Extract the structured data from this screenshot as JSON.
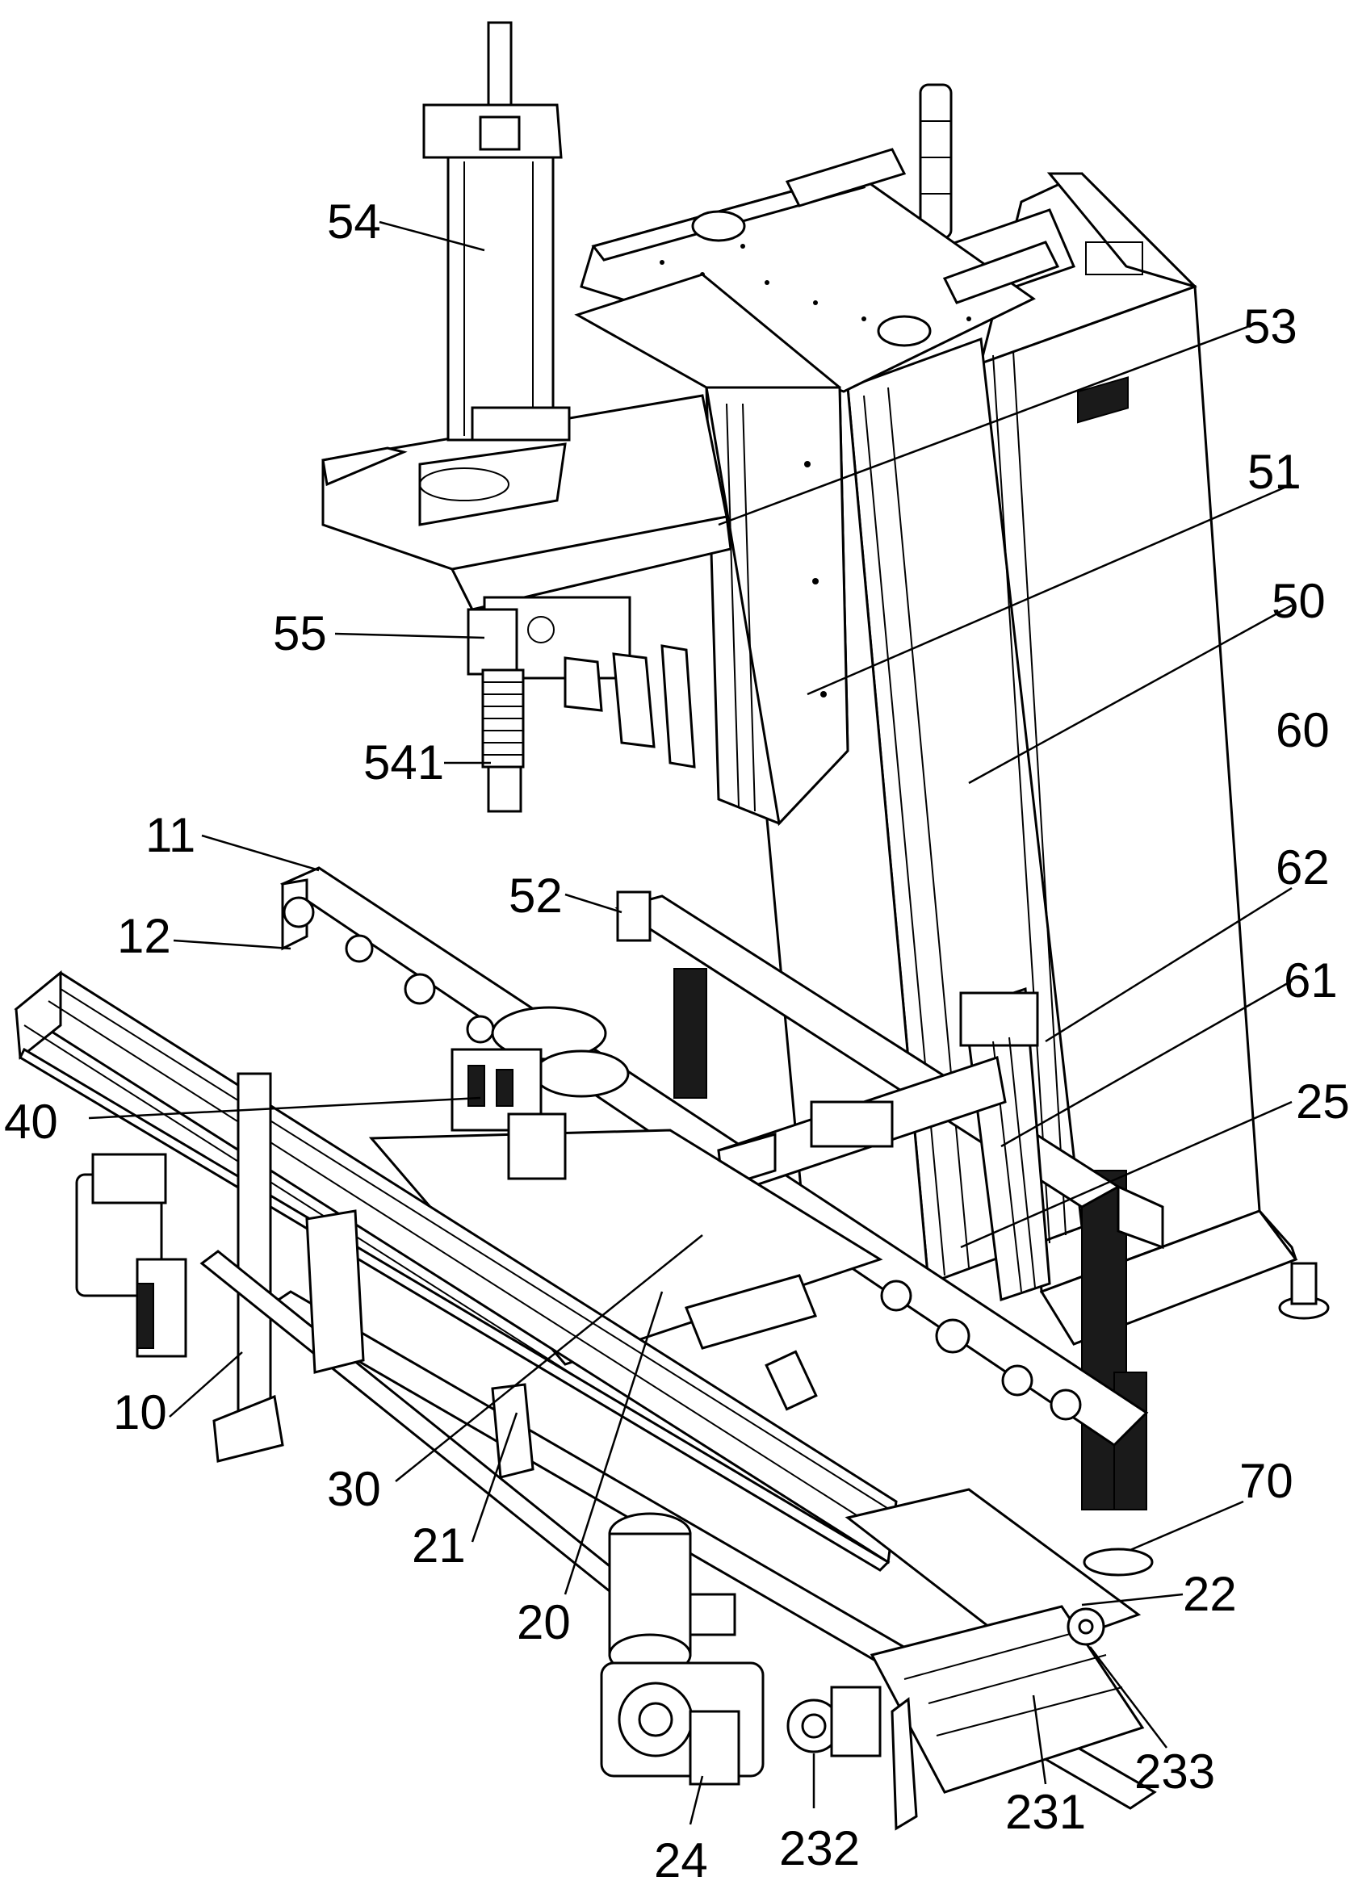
{
  "figure": {
    "corner_mark": "`",
    "reference_numerals": [
      {
        "id": "54",
        "text": "54"
      },
      {
        "id": "53",
        "text": "53"
      },
      {
        "id": "51",
        "text": "51"
      },
      {
        "id": "50",
        "text": "50"
      },
      {
        "id": "60",
        "text": "60"
      },
      {
        "id": "55",
        "text": "55"
      },
      {
        "id": "541",
        "text": "541"
      },
      {
        "id": "11",
        "text": "11"
      },
      {
        "id": "12",
        "text": "12"
      },
      {
        "id": "52",
        "text": "52"
      },
      {
        "id": "62",
        "text": "62"
      },
      {
        "id": "61",
        "text": "61"
      },
      {
        "id": "25",
        "text": "25"
      },
      {
        "id": "40",
        "text": "40"
      },
      {
        "id": "10",
        "text": "10"
      },
      {
        "id": "30",
        "text": "30"
      },
      {
        "id": "21",
        "text": "21"
      },
      {
        "id": "20",
        "text": "20"
      },
      {
        "id": "70",
        "text": "70"
      },
      {
        "id": "22",
        "text": "22"
      },
      {
        "id": "233",
        "text": "233"
      },
      {
        "id": "231",
        "text": "231"
      },
      {
        "id": "24",
        "text": "24"
      },
      {
        "id": "232",
        "text": "232"
      }
    ]
  }
}
